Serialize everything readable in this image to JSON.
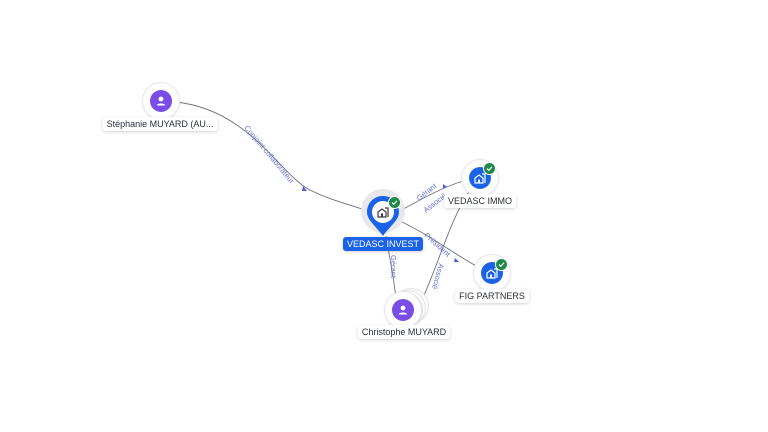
{
  "colors": {
    "person": "#7a4de6",
    "company": "#1a63e6",
    "verified": "#1e8a4a",
    "edge": "#6f6f80",
    "edge_label": "#5f6fd8"
  },
  "nodes": {
    "stephanie": {
      "label": "Stéphanie MUYARD (AU...",
      "type": "person",
      "icon": "person-icon"
    },
    "vedasc_invest": {
      "label": "VEDASC INVEST",
      "type": "company",
      "icon": "building-icon",
      "verified": true,
      "focus": true
    },
    "vedasc_immo": {
      "label": "VEDASC IMMO",
      "type": "company",
      "icon": "building-icon",
      "verified": true
    },
    "fig_partners": {
      "label": "FIG PARTNERS",
      "type": "company",
      "icon": "building-icon",
      "verified": true
    },
    "christophe": {
      "label": "Christophe MUYARD",
      "type": "person",
      "icon": "person-icon"
    }
  },
  "edges": {
    "conjoint": {
      "label": "Conjoint collaborateur"
    },
    "gerant_invest": {
      "label": "Gérant"
    },
    "gerant_immo": {
      "label": "Gérant"
    },
    "associe_immo": {
      "label": "Associé"
    },
    "president_fig": {
      "label": "Président"
    },
    "associe_christophe": {
      "label": "Associé"
    }
  }
}
